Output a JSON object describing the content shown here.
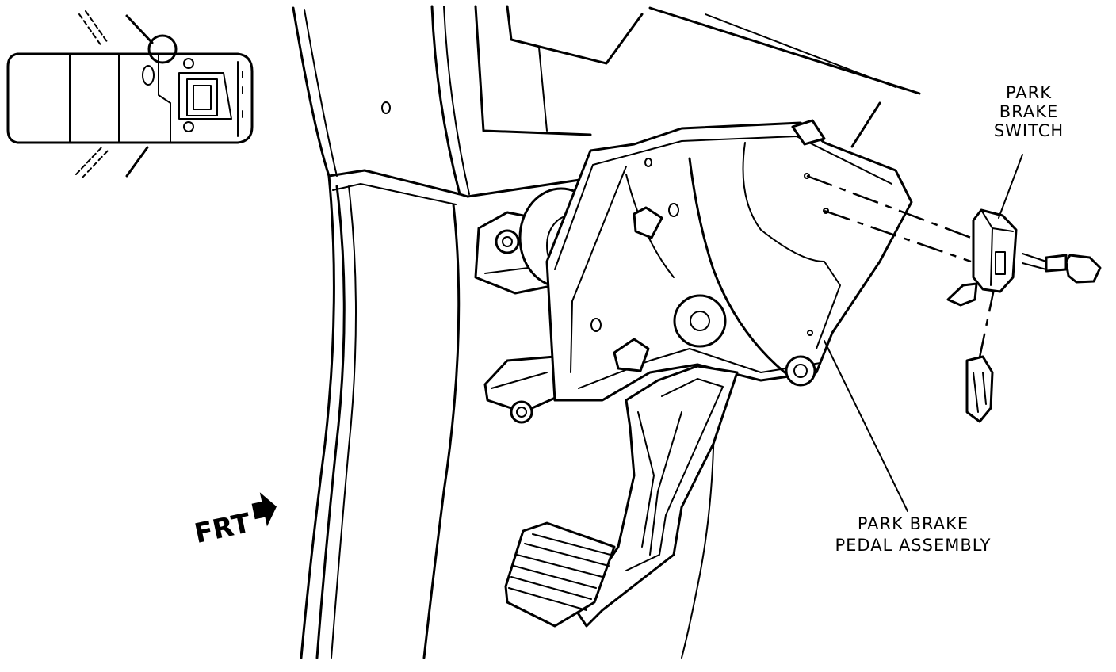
{
  "labels": {
    "switch_line1": "PARK",
    "switch_line2": "BRAKE",
    "switch_line3": "SWITCH",
    "pedal_line1": "PARK BRAKE",
    "pedal_line2": "PEDAL ASSEMBLY",
    "front": "FRT"
  },
  "colors": {
    "ink": "#000000",
    "paper": "#ffffff"
  },
  "icons": {
    "front_arrow": "front-arrow-icon",
    "vehicle_locator": "vehicle-locator-icon"
  }
}
